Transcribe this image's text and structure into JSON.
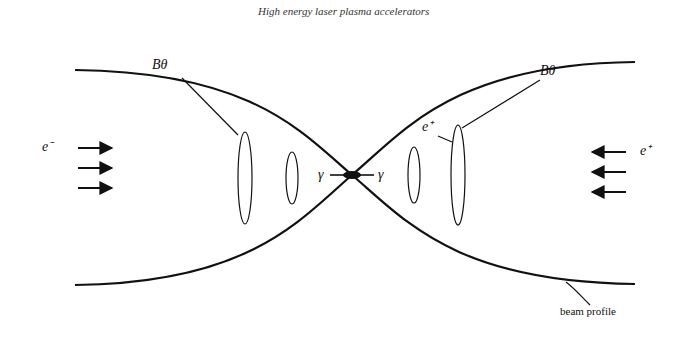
{
  "diagram": {
    "title": "High energy laser plasma accelerators",
    "labels": [
      "e⁻",
      "Bθ",
      "γ",
      "γ",
      "e⁺",
      "Bθ",
      "e⁺",
      "beam profile"
    ]
  }
}
